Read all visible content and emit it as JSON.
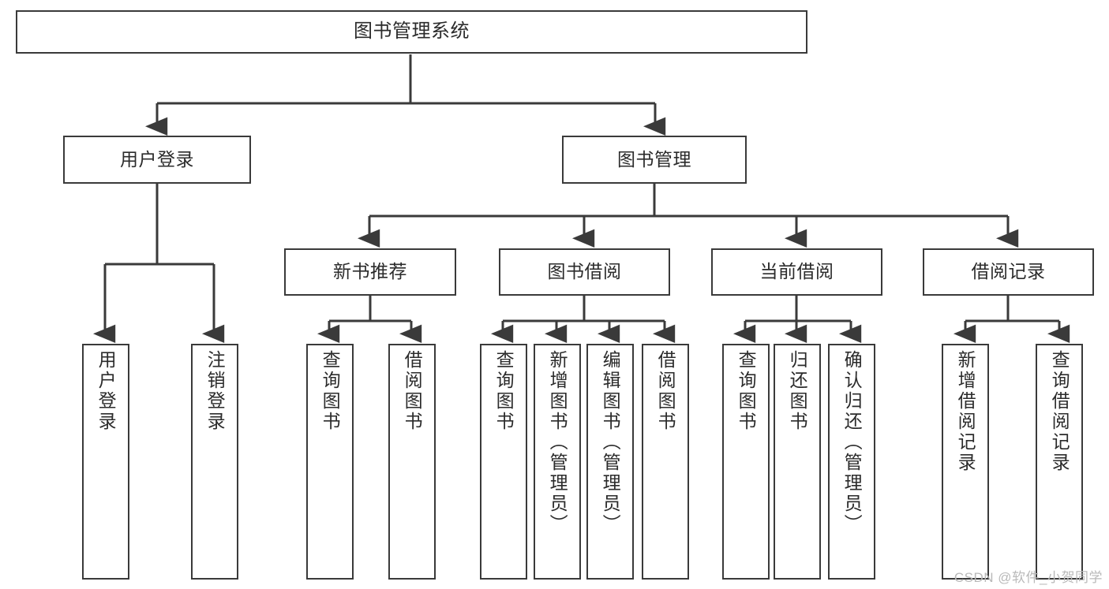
{
  "diagram": {
    "title": "图书管理系统",
    "type": "tree",
    "watermark": "CSDN @软件_小贺同学",
    "colors": {
      "stroke": "#3a3a3a",
      "fill": "#ffffff",
      "text": "#2b2b2b",
      "watermark": "#b9b9b9"
    },
    "nodes": {
      "root": {
        "label": "图书管理系统"
      },
      "level2": [
        {
          "id": "user-login",
          "label": "用户登录"
        },
        {
          "id": "book-manage",
          "label": "图书管理"
        }
      ],
      "level3": [
        {
          "id": "new-book-rec",
          "label": "新书推荐"
        },
        {
          "id": "book-borrow",
          "label": "图书借阅"
        },
        {
          "id": "current-borrow",
          "label": "当前借阅"
        },
        {
          "id": "borrow-record",
          "label": "借阅记录"
        }
      ],
      "leaves": {
        "user_login": [
          {
            "id": "leaf-user-login",
            "label": "用户登录"
          },
          {
            "id": "leaf-logout-login",
            "label": "注销登录"
          }
        ],
        "new_book_rec": [
          {
            "id": "leaf-query-book-1",
            "label": "查询图书"
          },
          {
            "id": "leaf-borrow-book-1",
            "label": "借阅图书"
          }
        ],
        "book_borrow": [
          {
            "id": "leaf-query-book-2",
            "label": "查询图书"
          },
          {
            "id": "leaf-add-book",
            "label": "新增图书（管理员）"
          },
          {
            "id": "leaf-edit-book",
            "label": "编辑图书（管理员）"
          },
          {
            "id": "leaf-borrow-book-2",
            "label": "借阅图书"
          }
        ],
        "current_borrow": [
          {
            "id": "leaf-query-book-3",
            "label": "查询图书"
          },
          {
            "id": "leaf-return-book",
            "label": "归还图书"
          },
          {
            "id": "leaf-confirm-return",
            "label": "确认归还（管理员）"
          }
        ],
        "borrow_record": [
          {
            "id": "leaf-add-record",
            "label": "新增借阅记录"
          },
          {
            "id": "leaf-query-record",
            "label": "查询借阅记录"
          }
        ]
      }
    }
  }
}
